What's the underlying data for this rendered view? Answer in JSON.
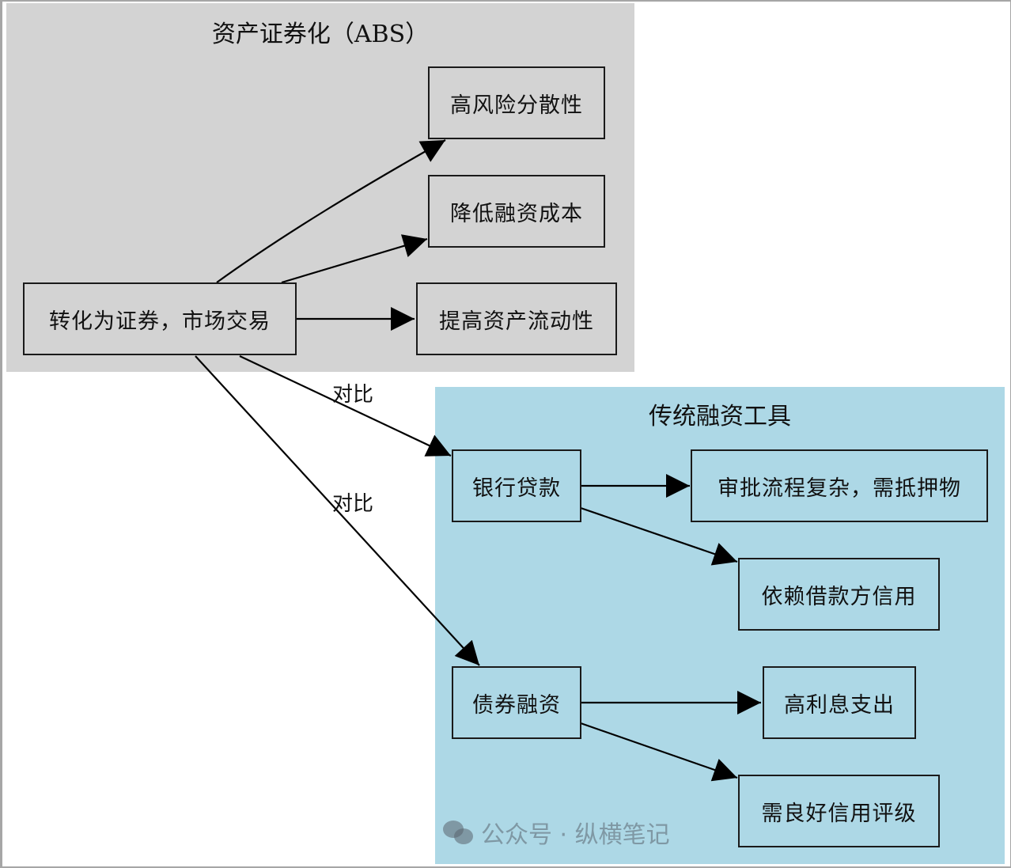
{
  "diagram": {
    "clusters": {
      "abs": {
        "title": "资产证券化（ABS）",
        "fill": "#d3d3d3"
      },
      "traditional": {
        "title": "传统融资工具",
        "fill": "#add8e6"
      }
    },
    "nodes": {
      "securitize": "转化为证券，市场交易",
      "risk": "高风险分散性",
      "cost": "降低融资成本",
      "liquidity": "提高资产流动性",
      "bank_loan": "银行贷款",
      "approval": "审批流程复杂，需抵押物",
      "credit_dep": "依赖借款方信用",
      "bond": "债券融资",
      "interest": "高利息支出",
      "rating": "需良好信用评级"
    },
    "edges": [
      {
        "from": "securitize",
        "to": "risk",
        "label": ""
      },
      {
        "from": "securitize",
        "to": "cost",
        "label": ""
      },
      {
        "from": "securitize",
        "to": "liquidity",
        "label": ""
      },
      {
        "from": "securitize",
        "to": "bank_loan",
        "label": "对比"
      },
      {
        "from": "securitize",
        "to": "bond",
        "label": "对比"
      },
      {
        "from": "bank_loan",
        "to": "approval",
        "label": ""
      },
      {
        "from": "bank_loan",
        "to": "credit_dep",
        "label": ""
      },
      {
        "from": "bond",
        "to": "interest",
        "label": ""
      },
      {
        "from": "bond",
        "to": "rating",
        "label": ""
      }
    ],
    "edge_labels": {
      "compare_1": "对比",
      "compare_2": "对比"
    }
  },
  "watermark": {
    "text": "公众号 · 纵横笔记",
    "icon": "wechat-icon"
  }
}
